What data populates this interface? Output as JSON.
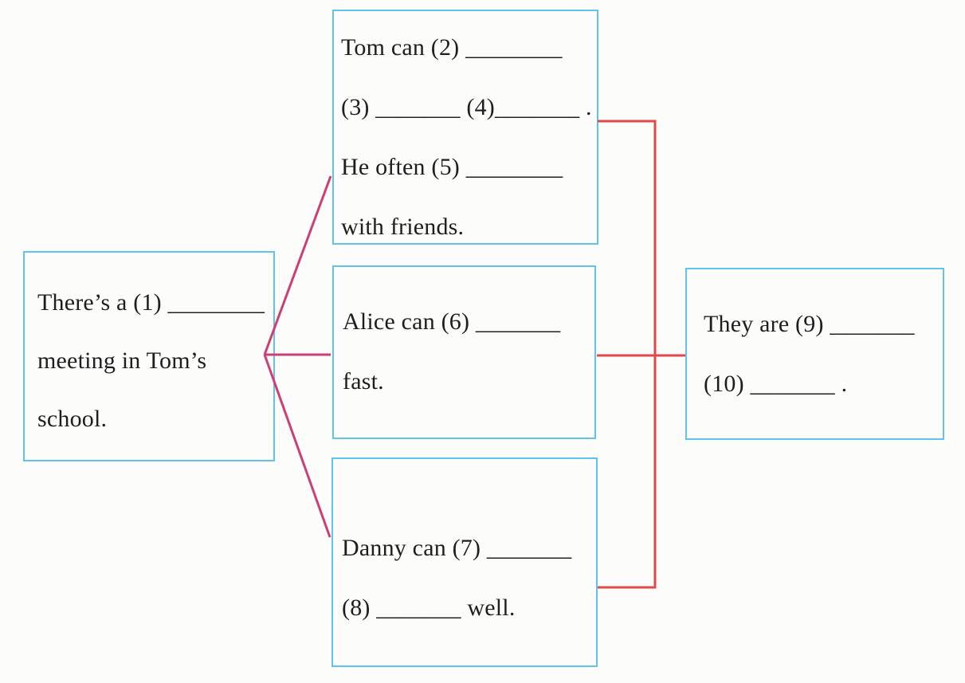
{
  "document": {
    "type": "fill-in-the-blank mind map worksheet",
    "colors": {
      "box_border": "#5fc3ea",
      "fan_lines": "#cc3f74",
      "connector_lines": "#e04a4a",
      "text": "#1e1e1e",
      "background": "#fcfcfb"
    }
  },
  "diagram": {
    "boxes": [
      {
        "id": "intro",
        "lines": [
          "There’s a (1) ________",
          "meeting in Tom’s",
          "school."
        ]
      },
      {
        "id": "tom",
        "lines": [
          "Tom can (2) ________",
          "(3) _______ (4)_______ .",
          "He often (5) ________",
          "with friends."
        ]
      },
      {
        "id": "alice",
        "lines": [
          "Alice can (6) _______",
          "fast."
        ]
      },
      {
        "id": "danny",
        "lines": [
          "Danny can (7) _______",
          "(8) _______ well."
        ]
      },
      {
        "id": "they",
        "lines": [
          "They are (9) _______",
          "(10) _______ ."
        ]
      }
    ]
  }
}
